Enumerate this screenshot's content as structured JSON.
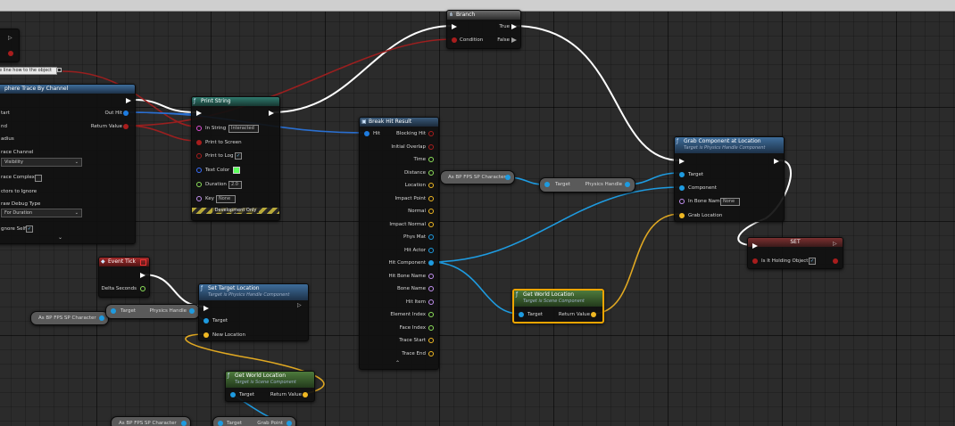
{
  "colors": {
    "exec": "#ffffff",
    "object": "#1e9be0",
    "bool": "#a81d1d",
    "string": "#e04fd6",
    "vector": "#f0b823",
    "float": "#8de05a",
    "struct": "#1e7ce0",
    "name": "#c290f0",
    "linear_color": "#3a70ff",
    "byte": "#0f6d5c"
  },
  "nodes": {
    "partial_top": {
      "caret": "▷"
    },
    "tooltip": {
      "text": "e line how to the object"
    },
    "trace": {
      "title": "phere Trace By Channel",
      "pins": {
        "start": "tart",
        "end": "nd",
        "radius": "adius",
        "channel": "race Channel",
        "channel_value": "Visibility",
        "complex": "race Complex",
        "ignore": "ctors to Ignore",
        "debug": "raw Debug Type",
        "debug_value": "For Duration",
        "self": "gnore Self",
        "out_hit": "Out Hit",
        "return_value": "Return Value"
      },
      "self_check": "✓",
      "expand": "⌄"
    },
    "print": {
      "title": "Print String",
      "pins": {
        "in_string": "In String",
        "in_string_value": "Interacted",
        "to_screen": "Print to Screen",
        "to_log": "Print to Log",
        "text_color": "Text Color",
        "duration": "Duration",
        "duration_value": "2.0",
        "key": "Key",
        "key_value": "None"
      },
      "log_check": "✓",
      "dev_only": "Development Only",
      "expand": "⌃"
    },
    "branch": {
      "title": "Branch",
      "condition": "Condition",
      "true": "True",
      "false": "False"
    },
    "break_hit": {
      "title": "Break Hit Result",
      "in_pin": "Hit",
      "pins": [
        "Blocking Hit",
        "Initial Overlap",
        "Time",
        "Distance",
        "Location",
        "Impact Point",
        "Normal",
        "Impact Normal",
        "Phys Mat",
        "Hit Actor",
        "Hit Component",
        "Hit Bone Name",
        "Bone Name",
        "Hit Item",
        "Element Index",
        "Face Index",
        "Trace Start",
        "Trace End"
      ],
      "expand": "⌃"
    },
    "as_char_mid": {
      "label": "As BP FPS SP Character"
    },
    "phys_mid": {
      "in": "Target",
      "out": "Physics Handle"
    },
    "grab": {
      "title": "Grab Component at Location",
      "subtitle": "Target is Physics Handle Component",
      "pins": {
        "target": "Target",
        "component": "Component",
        "bone": "In Bone Name",
        "bone_value": "None",
        "location": "Grab Location"
      }
    },
    "set_node": {
      "title": "SET",
      "pin": "Is It Holding Object",
      "check": "✓"
    },
    "gwl_mid": {
      "title": "Get World Location",
      "subtitle": "Target is Scene Component",
      "in": "Target",
      "out": "Return Value"
    },
    "event_tick": {
      "title": "Event Tick",
      "delta": "Delta Seconds"
    },
    "as_char_left": {
      "label": "As BP FPS SP Character"
    },
    "phys_left": {
      "in": "Target",
      "out": "Physics Handle"
    },
    "set_target": {
      "title": "Set Target Location",
      "subtitle": "Target is Physics Handle Component",
      "target": "Target",
      "location": "New Location"
    },
    "gwl_low": {
      "title": "Get World Location",
      "subtitle": "Target is Scene Component",
      "in": "Target",
      "out": "Return Value"
    },
    "bottom": {
      "as_char": "As BP FPS SP Character",
      "target": "Target",
      "grab_point": "Grab Point"
    }
  }
}
